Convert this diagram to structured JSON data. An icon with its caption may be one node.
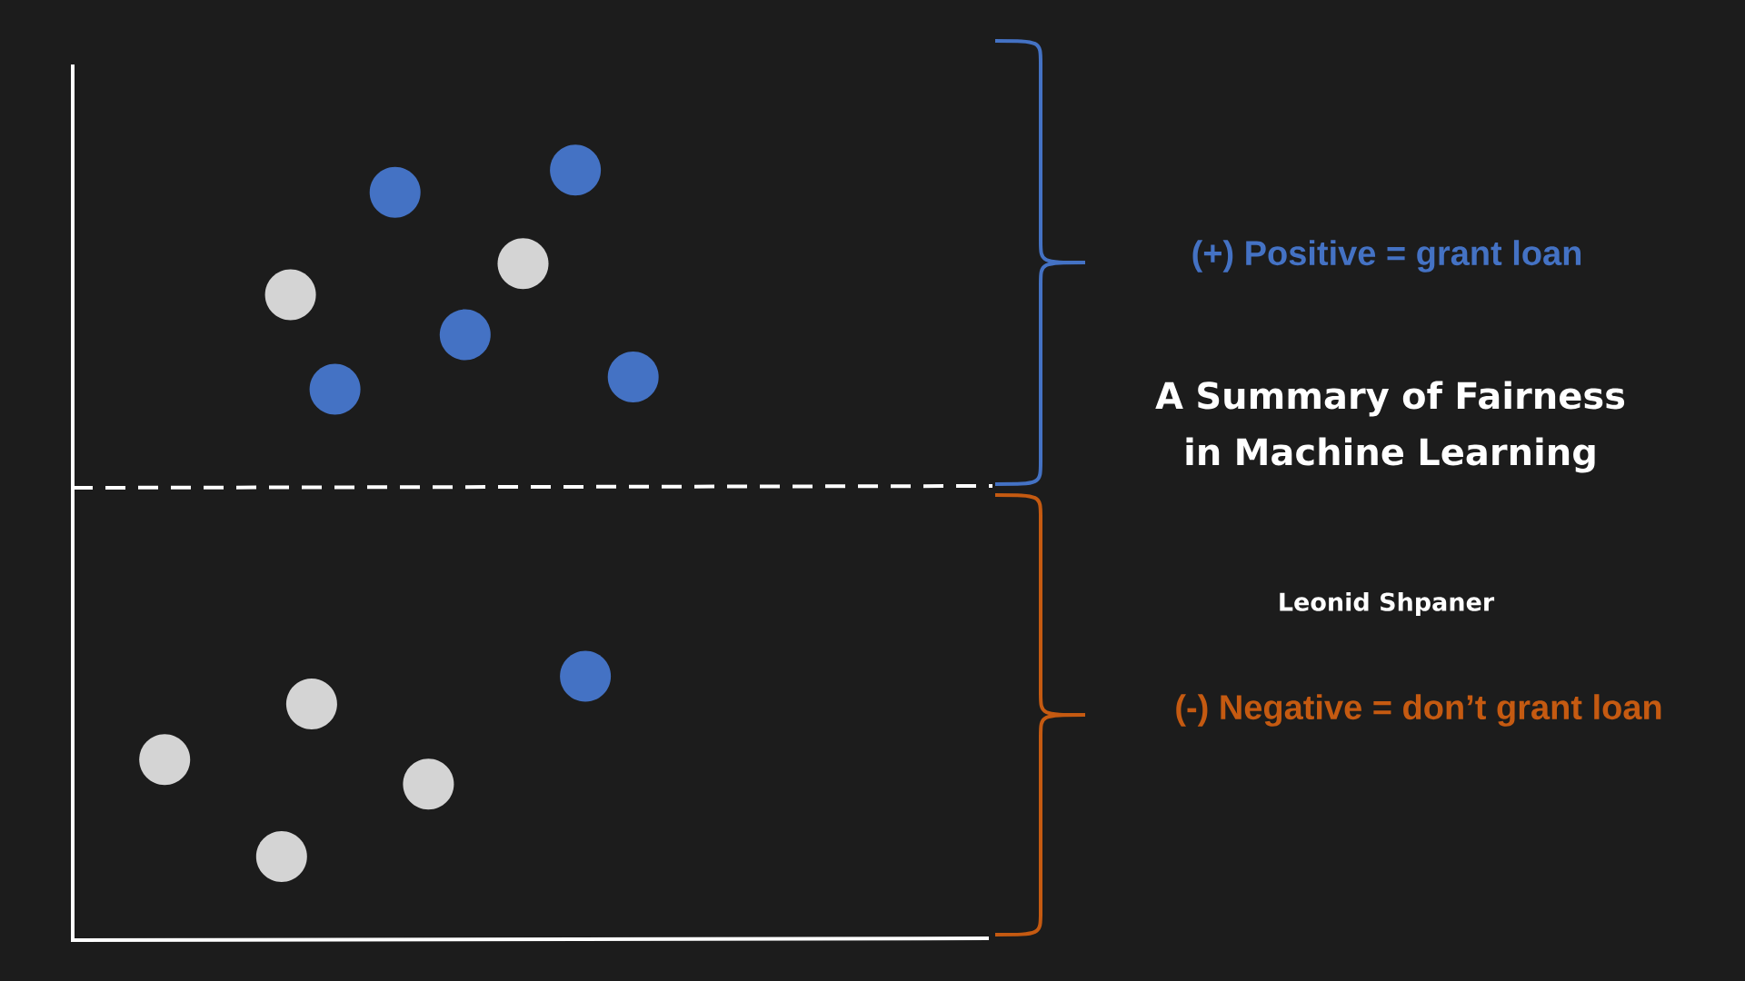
{
  "diagram": {
    "title": "A Summary of Fairness in Machine Learning",
    "labels": [
      "(+) Positive = grant loan",
      "Leonid Shpaner",
      "(-) Negative = don’t grant loan"
    ]
  }
}
